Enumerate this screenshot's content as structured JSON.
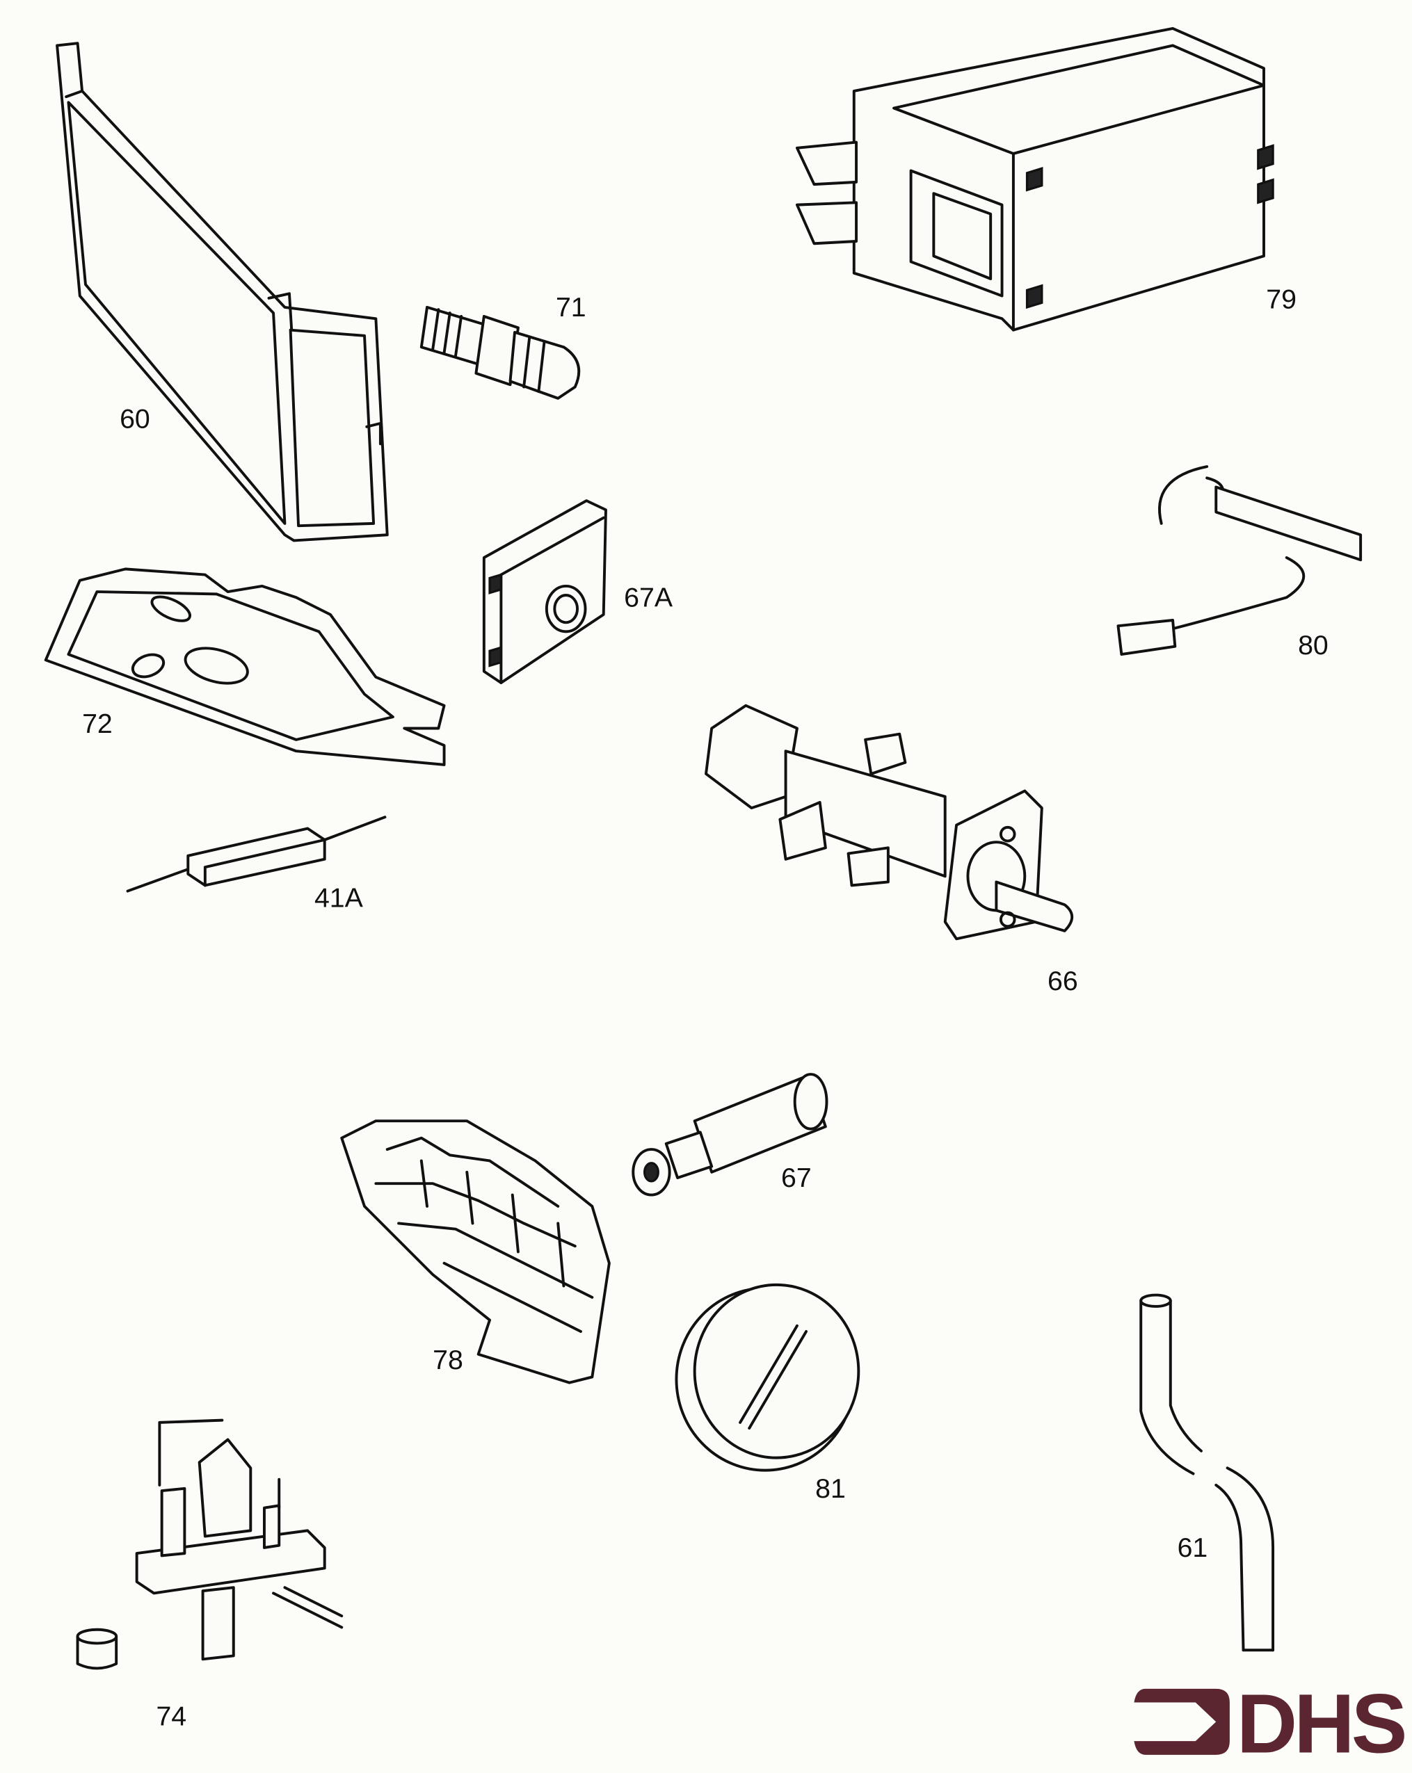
{
  "diagram": {
    "labels": {
      "p60": "60",
      "p71": "71",
      "p79": "79",
      "p67A": "67A",
      "p80": "80",
      "p72": "72",
      "p66": "66",
      "p41A": "41A",
      "p67": "67",
      "p78": "78",
      "p81": "81",
      "p61": "61",
      "p74": "74"
    },
    "logo": {
      "text": "DHS",
      "color": "#5b2630"
    }
  }
}
